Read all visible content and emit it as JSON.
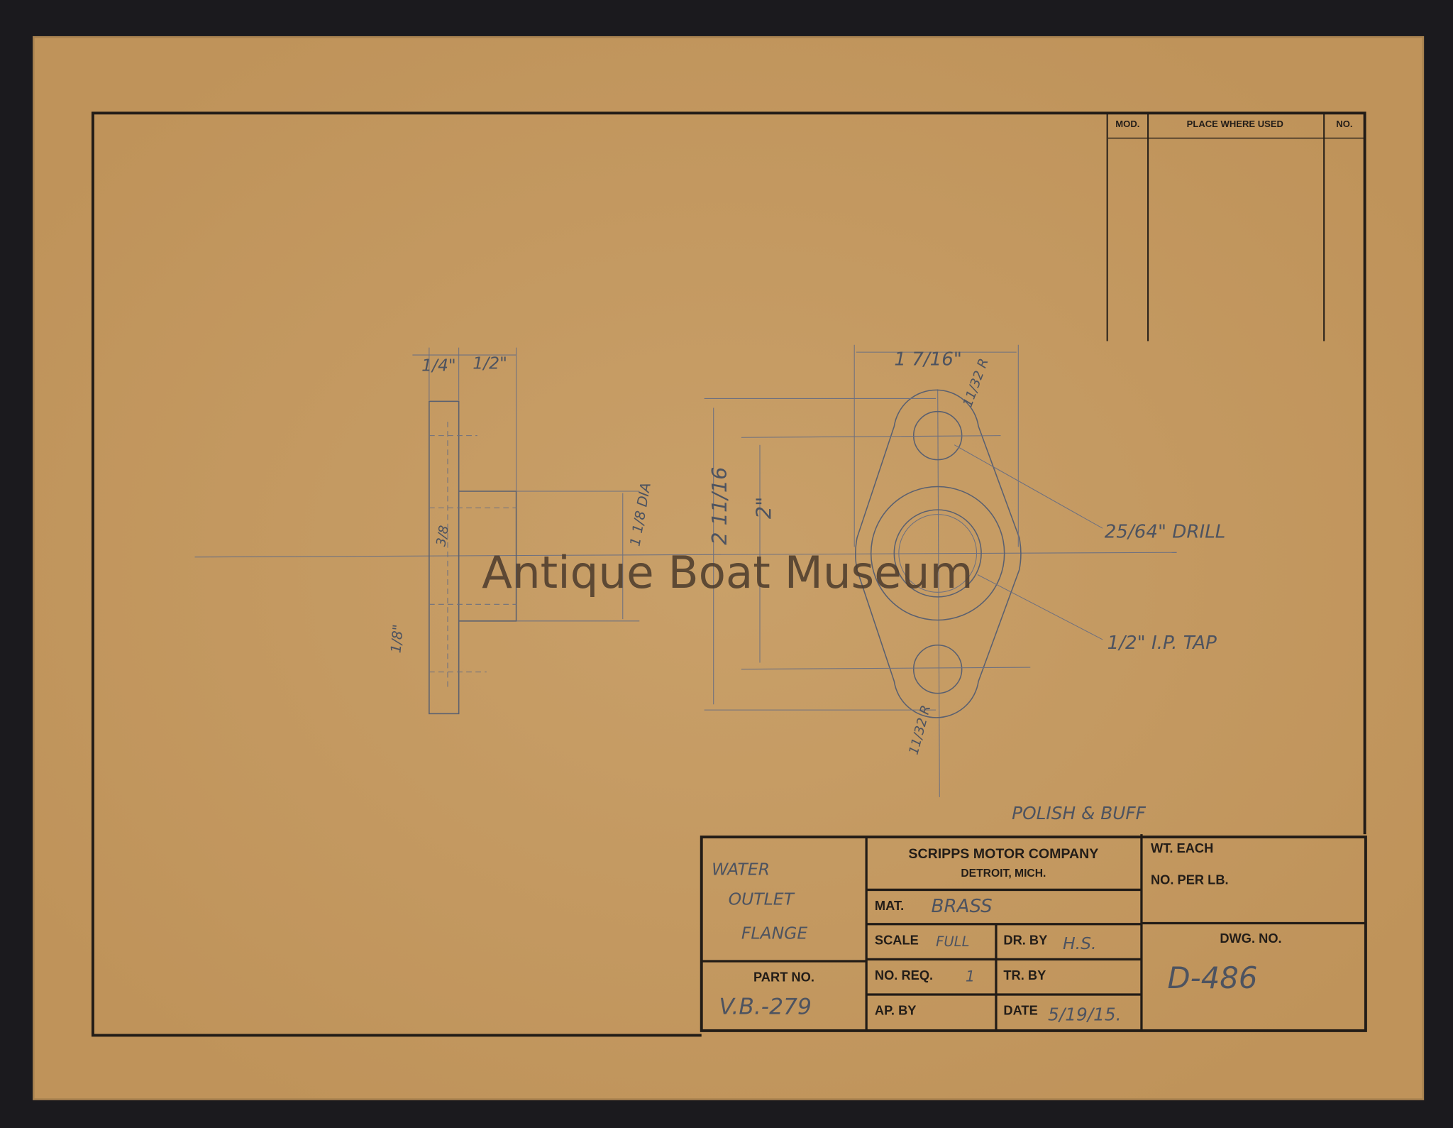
{
  "watermark": "Antique Boat Museum",
  "usage_table": {
    "headers": [
      "MOD.",
      "PLACE WHERE USED",
      "NO."
    ]
  },
  "notes": {
    "finish": "POLISH & BUFF",
    "drill": "25/64\" DRILL",
    "tap": "1/2\" I.P. TAP"
  },
  "dimensions": {
    "side_flange_thickness": "1/4\"",
    "side_hub_length": "1/2\"",
    "hub_dia": "1 1/8 DIA",
    "fillet": "1/8\"",
    "hole_depth": "3/8",
    "front_width": "1 7/16\"",
    "top_radius": "11/32 R",
    "bottom_radius": "11/32 R",
    "hole_spacing": "2\"",
    "overall_length": "2 11/16"
  },
  "title_block": {
    "part_name": [
      "WATER",
      "OUTLET",
      "FLANGE"
    ],
    "company": "SCRIPPS MOTOR COMPANY",
    "city": "DETROIT, MICH.",
    "wt_each_label": "WT. EACH",
    "no_per_lb_label": "NO. PER LB.",
    "mat_label": "MAT.",
    "mat_value": "BRASS",
    "scale_label": "SCALE",
    "scale_value": "FULL",
    "dr_by_label": "DR. BY",
    "dr_by_value": "H.S.",
    "part_no_label": "PART NO.",
    "part_no_value": "V.B.-279",
    "no_req_label": "NO. REQ.",
    "no_req_value": "1",
    "tr_by_label": "TR. BY",
    "ap_by_label": "AP. BY",
    "date_label": "DATE",
    "date_value": "5/19/15.",
    "dwg_no_label": "DWG. NO.",
    "dwg_no_value": "D-486"
  },
  "colors": {
    "paper": "#c49a62",
    "background": "#1b1a1e",
    "ink": "#221c17",
    "pencil": "#5a6070"
  }
}
